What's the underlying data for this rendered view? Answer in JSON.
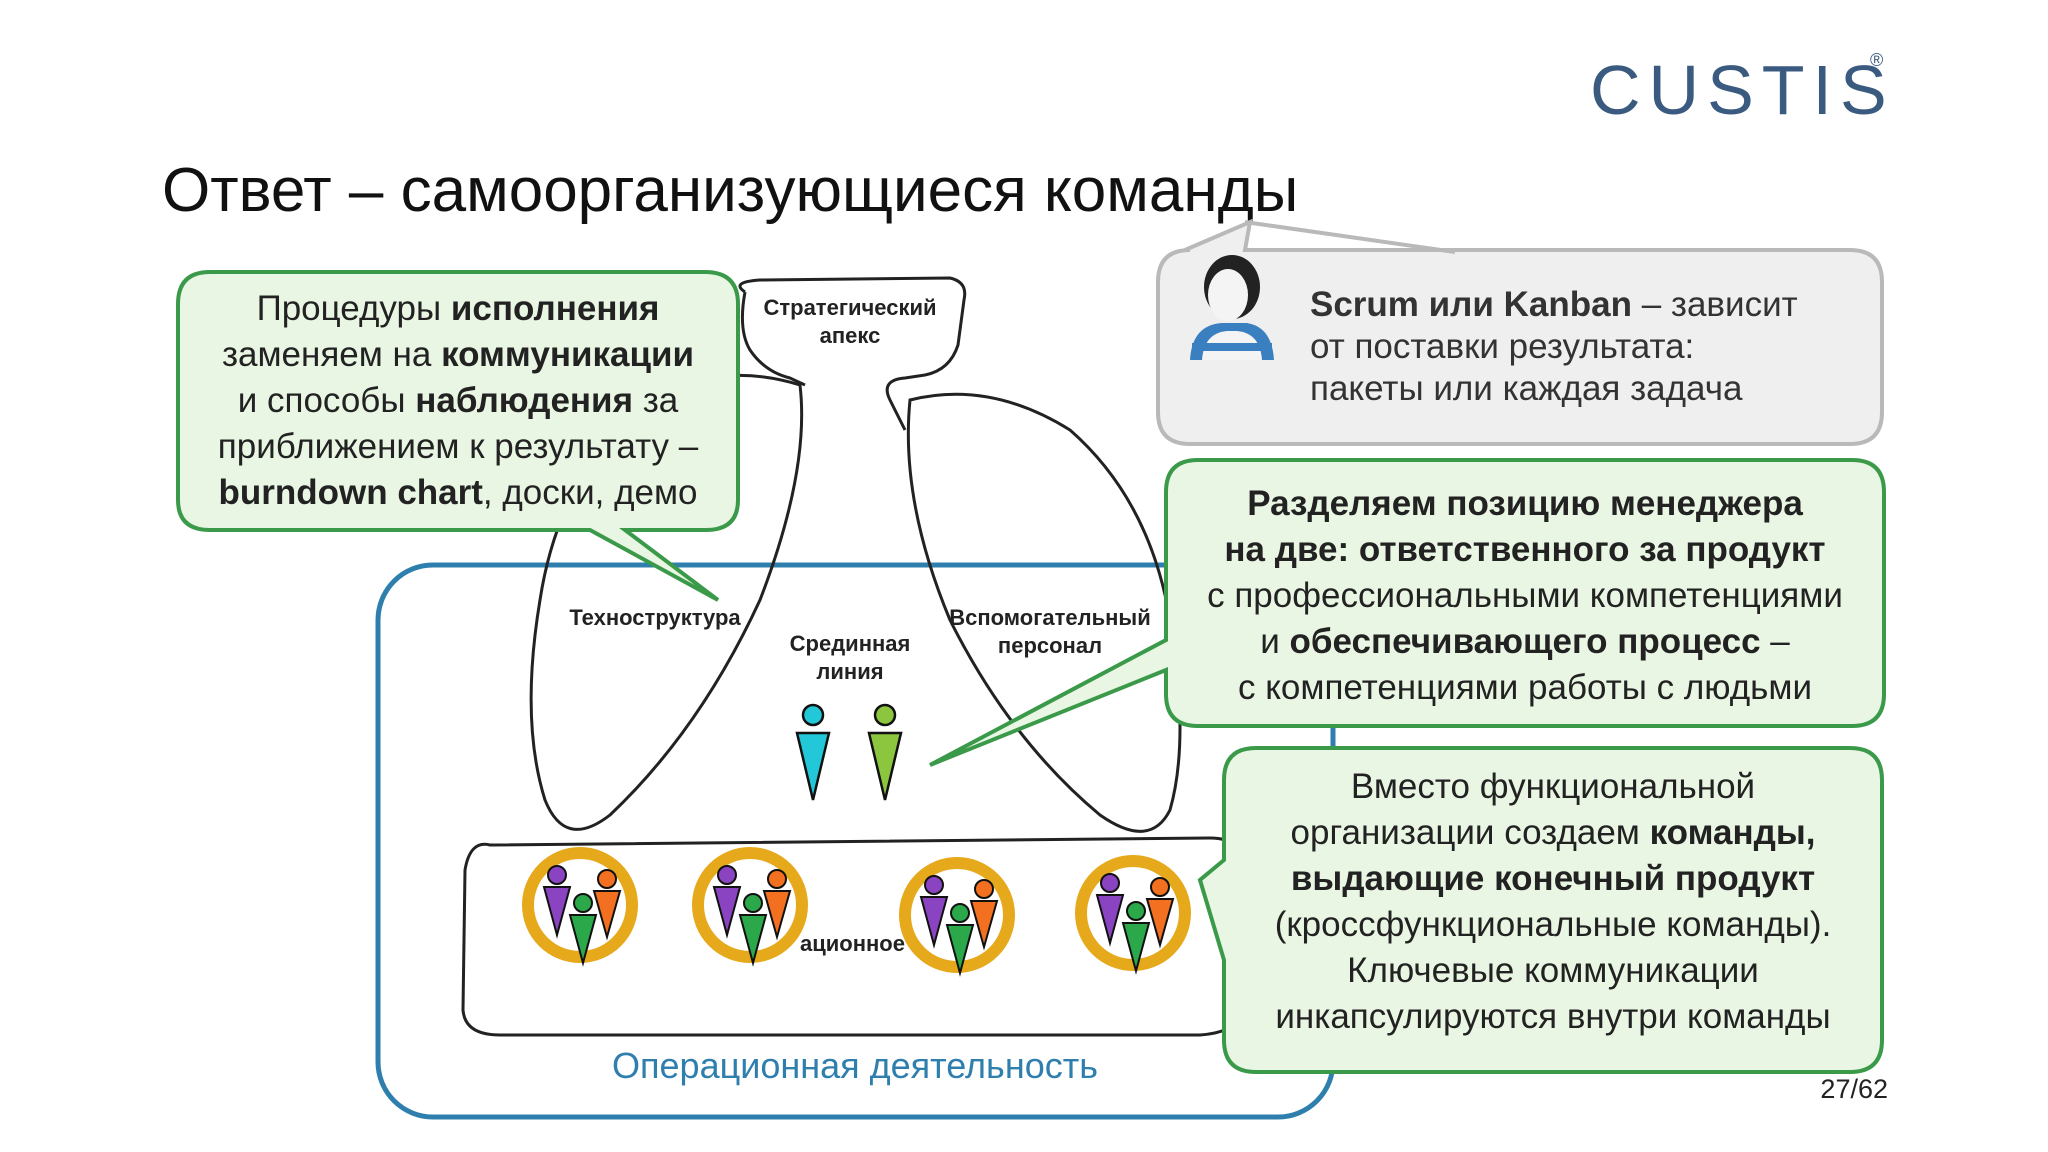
{
  "logo": {
    "text": "CUSTIS",
    "reg": "®"
  },
  "title": "Ответ – самоорганизующиеся команды",
  "diagram": {
    "apex": [
      "Стратегический",
      "апекс"
    ],
    "techno": "Техноструктура",
    "middle": [
      "Срединная",
      "линия"
    ],
    "support": [
      "Вспомогательный",
      "персонал"
    ],
    "operating_fragment": "ационное"
  },
  "ops_label": "Операционная деятельность",
  "callout_left": {
    "l1a": "Процедуры ",
    "l1b": "исполнения",
    "l2a": "заменяем на ",
    "l2b": "коммуникации",
    "l3a": "и способы ",
    "l3b": "наблюдения",
    "l3c": " за",
    "l4": "приближением к результату –",
    "l5a": "burndown chart",
    "l5b": ", доски, демо"
  },
  "callout_gray": {
    "l1a": "Scrum или Kanban",
    "l1b": " – зависит",
    "l2": "от поставки результата:",
    "l3": "пакеты или каждая задача"
  },
  "callout_mid": {
    "l1": "Разделяем позицию менеджера",
    "l2": "на две: ответственного за продукт",
    "l3": "с профессиональными компетенциями",
    "l4a": "и ",
    "l4b": "обеспечивающего процесс",
    "l4c": " –",
    "l5": "с компетенциями работы с людьми"
  },
  "callout_bottom": {
    "l1": "Вместо функциональной",
    "l2a": "организации создаем ",
    "l2b": "команды,",
    "l3": "выдающие конечный продукт",
    "l4": "(кроссфункциональные команды).",
    "l5": "Ключевые коммуникации",
    "l6": "инкапсулируются внутри команды"
  },
  "page_number": "27/62",
  "colors": {
    "green_border": "#3a9a4a",
    "green_fill": "#eaf6e4",
    "gray_border": "#b9b9b9",
    "gray_fill": "#efefef",
    "blue_frame": "#2f7fae",
    "logo": "#3b5a80"
  },
  "icons": [
    "manager-person-icon",
    "cyan-person-icon",
    "green-person-icon",
    "team-cycle-icon"
  ]
}
